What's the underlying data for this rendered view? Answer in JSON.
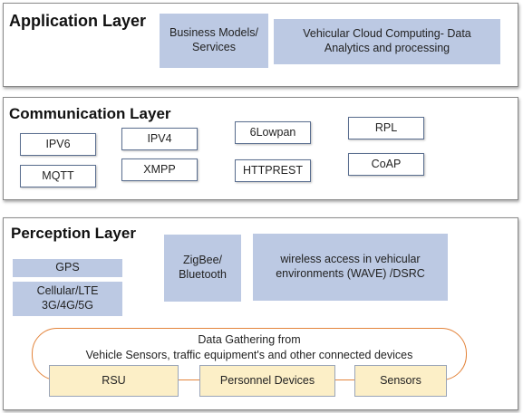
{
  "application_layer": {
    "title": "Application Layer",
    "boxes": [
      "Business Models/ Services",
      "Vehicular Cloud Computing- Data Analytics and processing"
    ]
  },
  "communication_layer": {
    "title": "Communication Layer",
    "boxes": [
      "IPV6",
      "IPV4",
      "6Lowpan",
      "RPL",
      "MQTT",
      "XMPP",
      "HTTPREST",
      "CoAP"
    ]
  },
  "perception_layer": {
    "title": "Perception  Layer",
    "boxes": [
      "GPS",
      "Cellular/LTE 3G/4G/5G",
      "ZigBee/ Bluetooth",
      "wireless access in vehicular environments (WAVE) /DSRC"
    ],
    "gathering": {
      "line1": "Data Gathering from",
      "line2": "Vehicle Sensors,  traffic equipment's and other connected devices"
    },
    "sources": [
      "RSU",
      "Personnel Devices",
      "Sensors"
    ]
  }
}
